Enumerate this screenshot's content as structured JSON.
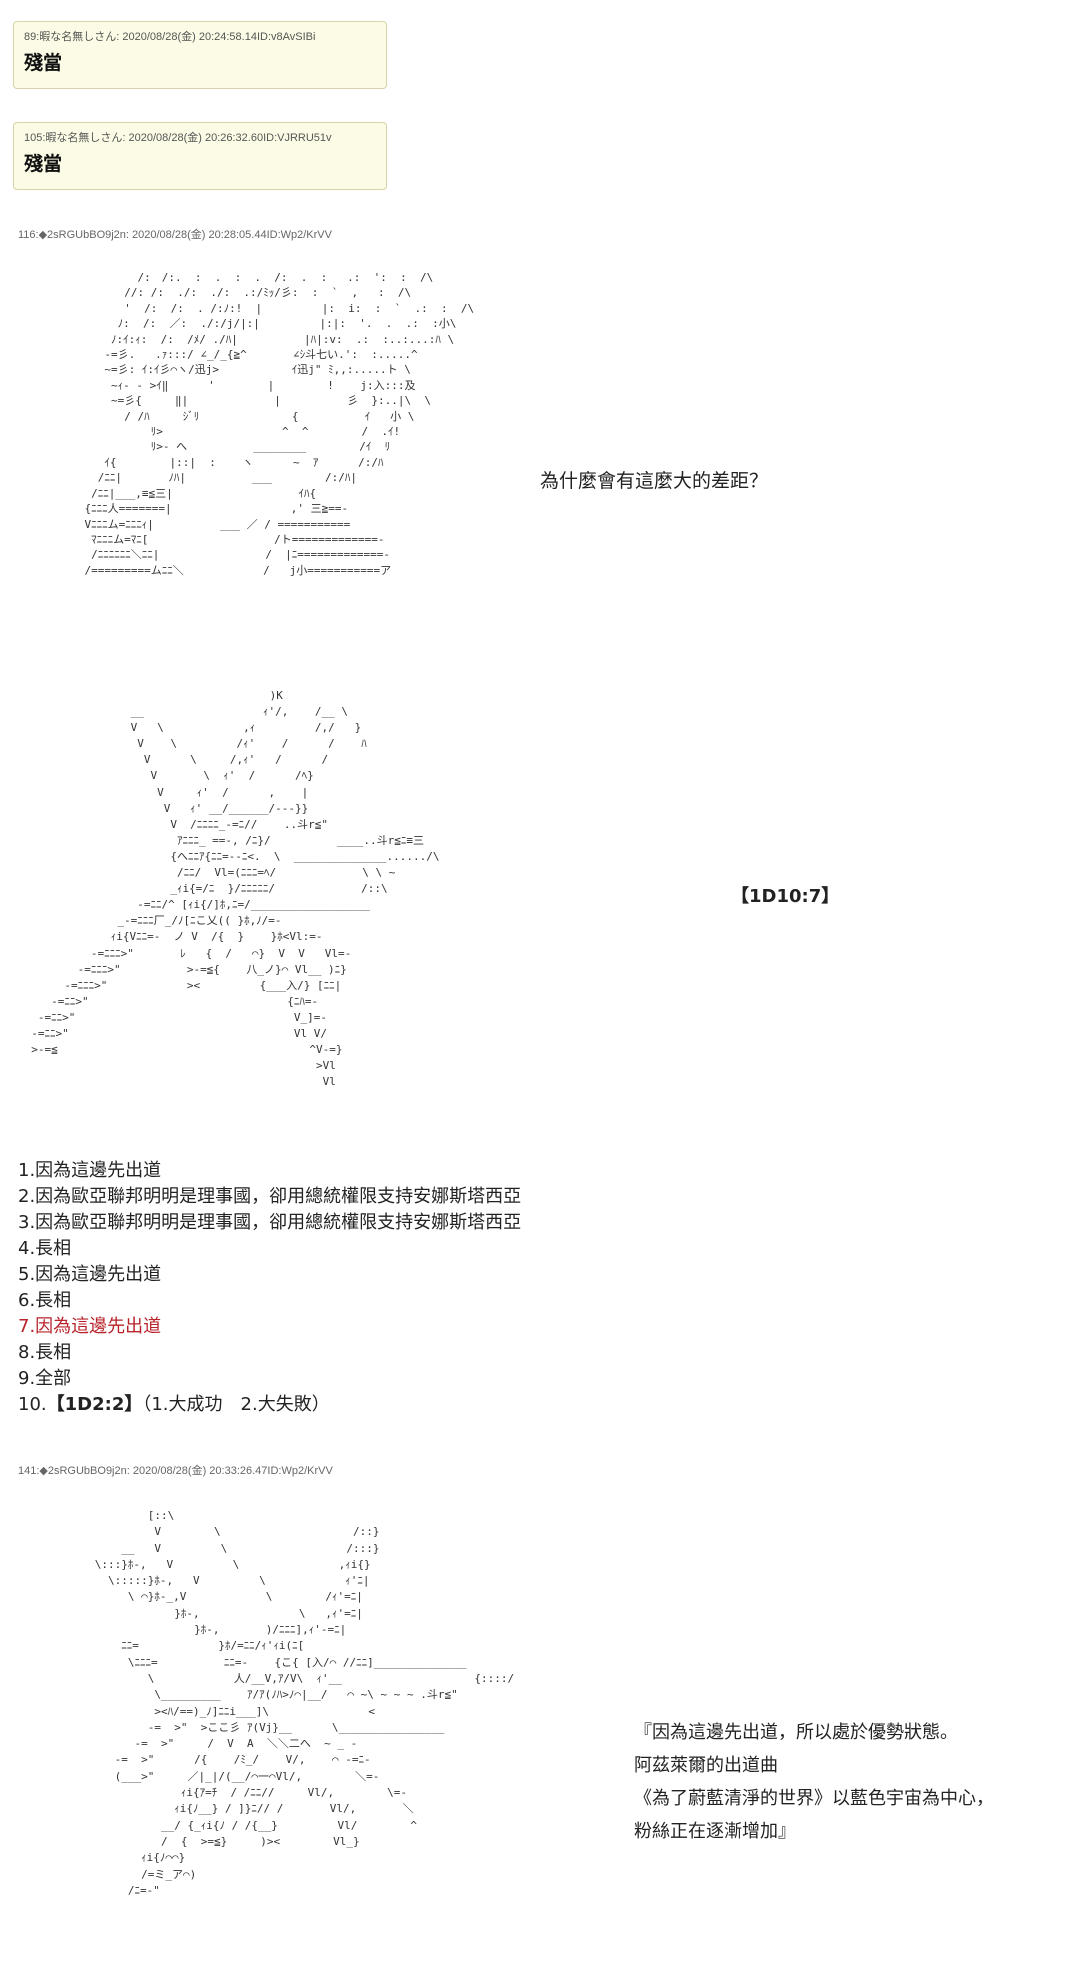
{
  "posts": {
    "p89": {
      "header": "89:暇な名無しさん: 2020/08/28(金) 20:24:58.14ID:v8AvSIBi",
      "body": "殘當"
    },
    "p105": {
      "header": "105:暇な名無しさん: 2020/08/28(金) 20:26:32.60ID:VJRRU51v",
      "body": "殘當"
    },
    "p116": {
      "header": "116:◆2sRGUbBO9j2n: 2020/08/28(金) 20:28:05.44ID:Wp2/KrVV"
    },
    "p141": {
      "header": "141:◆2sRGUbBO9j2n: 2020/08/28(金) 20:33:26.47ID:Wp2/KrVV"
    }
  },
  "captions": {
    "question": "為什麼會有這麼大的差距？",
    "dice1": "【1D10:7】"
  },
  "results": [
    {
      "text": "1.因為這邊先出道"
    },
    {
      "text": "2.因為歐亞聯邦明明是理事國，卻用總統權限支持安娜斯塔西亞"
    },
    {
      "text": "3.因為歐亞聯邦明明是理事國，卻用總統權限支持安娜斯塔西亞"
    },
    {
      "text": "4.長相"
    },
    {
      "text": "5.因為這邊先出道"
    },
    {
      "text": "6.長相"
    },
    {
      "text": "7.因為這邊先出道"
    },
    {
      "text": "8.長相"
    },
    {
      "text": "9.全部"
    }
  ],
  "result10": {
    "prefix": "10.",
    "dice": "【1D2:2】",
    "options": "（1.大成功　2.大失敗）"
  },
  "quote": [
    "『因為這邊先出道，所以處於優勢狀態。",
    "阿茲萊爾的出道曲",
    "《為了蔚藍清淨的世界》以藍色宇宙為中心，",
    "粉絲正在逐漸增加』"
  ],
  "ascii_art": {
    "face": "            /:　/:.  :  .  :  .  /:  .  :   .:  ':  :  /\\\n          //: /:  ./:  ./:  .:/ﾐｯ/彡:  :  `  ,   :  /\\\n          '  /:  /:  . /:ﾉ:!  |         |:  i:  :  `  .:  :  /\\\n         ﾉ:  /:  ／:  ./:/j/|:|         |:|:  '.  .  .:  :小\\\n        ﾉ:ｲ:ｨ:  /:  /ﾒ/ ./ﾊ|          |ﾊ|:v:  .:  :..:...:ﾊ \\\n       -=彡.   .ｧ:::/ ∠_/_{≧^       ∠ｼ斗七い.':  :.....^\n       ~=彡: ｲ:ｲ彡⌒ヽ/迅j>           ｲ迅j\" ﾐ,,:.....ト \\\n        ~ｨ- - >ｲ‖      '        |        !    j:入:::及\n        ~=彡{     ‖|             |          彡  }:..|\\  \\\n          / /ﾊ     ｼﾞﾘ              {          ｲ   小 \\\n              ﾘ>                  ^  ^        /  .ｲ!\n              ﾘ>- へ          ________        /ｲ  ﾘ\n       ｲ{        |::|  :    ヽ      ~  ｱ      /:/ﾊ\n      /ﾆﾆ|       ﾉﾊ|          ___        /:/ﾊ|\n     /ﾆﾆ|___,≡≦三|                   ｲﾊ{\n    {ﾆﾆﾆ人=======|                  ,' 三≧==-\n    Vﾆﾆﾆム=ﾆﾆﾆｨ|          ___ ／ / ===========\n     ﾏﾆﾆﾆム=ﾏﾆ[                   /ト=============-\n     /ﾆﾆﾆﾆﾆﾆ＼ﾆﾆ|                /  |ﾆ=============-\n    /=========ムﾆﾆ＼            /   j小===========ア",
    "pose1": "                                      )K\n                 __                  ｨ'/,    /__ \\\n                 V   \\            ,ｨ         /,/   }\n                  V    \\         /ｨ'    /      /    ﾊ\n                   V      \\     /,ｨ'   /      /\n                    V       \\  ｨ'  /      /ﾍ}\n                     V     ｨ'  /      ,    |\n                      V   ｨ' __/______/---}}\n                       V  /ﾆﾆﾆﾆ_-=ﾆ//    ..斗r≦\"\n                        ｱﾆﾆﾆ_ ==-, /ﾆ}/          ____..斗r≦ﾆ≡三\n                       {へﾆﾆｱ{ﾆﾆ=--ﾆ<.  \\  ______________....../\\\n                        /ﾆﾆ/  Vl=(ﾆﾆﾆ=ﾍ/             \\ \\ ~\n                       _ｨi{=/ﾆ  }/ﾆﾆﾆﾆﾆ/             /::\\\n                  -=ﾆﾆ/^ [ｨi{/]ﾎ,ﾆ=/__________________\n               _-=ﾆﾆﾆ厂_/ﾉ[ﾆこ乂(( }ﾎ,ﾉ/=-\n              ｨi{Vﾆﾆ=-  ノ V  /{  }    }ﾎ<Vl:=-\n           -=ﾆﾆﾆ>\"       ﾚ   {  /   ⌒}  V  V   Vl=-\n         -=ﾆﾆﾆ>\"          >-=≦{    八_ノ}⌒ Vl__ )ﾆ}\n       -=ﾆﾆﾆ>\"            ><         {___入/} [ﾆﾆ|\n     -=ﾆﾆ>\"                              {ﾆﾊ=-\n   -=ﾆﾆ>\"                                 V_]=-\n  -=ﾆﾆ>\"                                  Vl V/\n  >-=≦                                      ^V-=}\n                                             >Vl\n                                              Vl",
    "pose2": "              [::\\\n               V        \\                    /::}\n          __   V         \\                  /:::}\n      \\:::}ﾎ-,   V         \\               ,ｨi{}\n        \\:::::}ﾎ-,   V         \\            ｨ'ﾆ|\n           \\ ⌒}ﾎ-_,V            \\        /ｨ'=ﾆ|\n                  }ﾎ-,               \\   ,ｨ'=ﾆ|\n                     }ﾎ-,       )/ﾆﾆﾆ],ｨ'-=ﾆ|\n          ﾆﾆ=            }ﾎ/=ﾆﾆ/ｨ'ｨi(ﾆ[\n           \\ﾆﾆﾆ=          ﾆﾆ=-    {こ{ [入/⌒ //ﾆﾆ]______________\n              \\            人/__V,ｱ/V\\  ｨ'__                    {::::/\n               \\_________    ｱ/ｱ(ﾉﾊ>ﾉ⌒|__/   ⌒ ~\\ ~ ~ ~ .斗r≦\"\n               ><ﾊ/==)_ﾉ]ﾆﾆi___]\\               <\n              -=  >\"  >ここ彡 ｱ(Vj}__      \\________________\n            -=  >\"     /  V  A  ＼＼二へ  ~ _ -\n         -=  >\"      /{    /ﾐ_/    V/,    ⌒ -=ﾆ-\n         (___>\"     ／|_|/(__/⌒一⌒Vl/,        ＼=-\n                   ｨi{ｱ=ﾁ  / /ﾆﾆ//     Vl/,        \\=-\n                  ｨi{ﾉ__} / ]}ﾆ// /       Vl/,       ＼\n                __/ {_ｨi{ﾉ / /{__}         Vl/        ^\n                /  {  >=≦}     )><        Vl_}\n             ｨi{ﾉ⌒⌒}\n             /=ミ_ア⌒)\n           /ﾆ=-\""
  }
}
